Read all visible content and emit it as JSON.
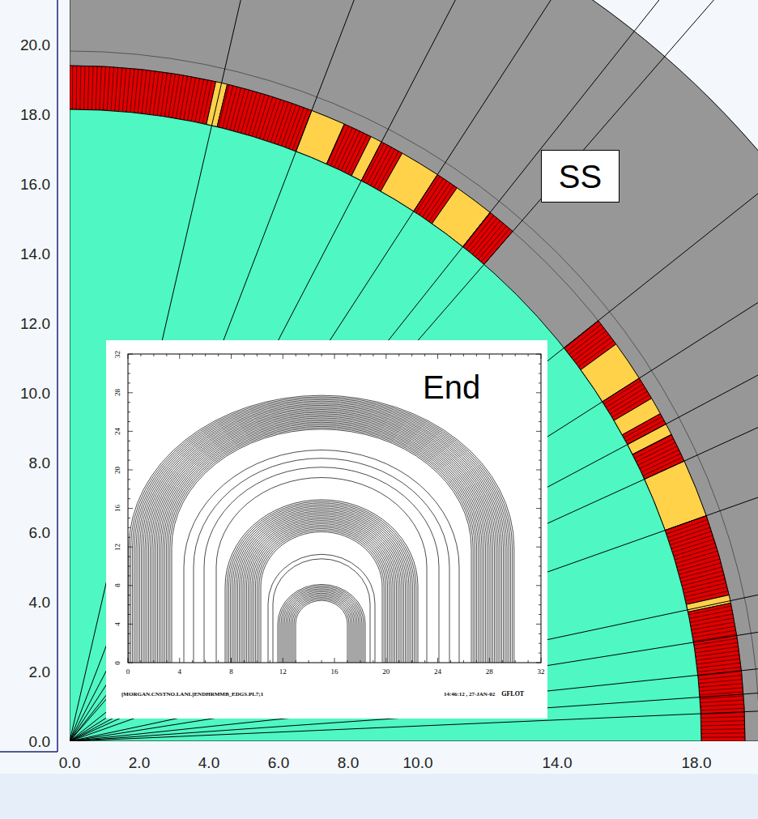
{
  "diagram": {
    "nodes": [
      {
        "text": [
          "SS"
        ]
      },
      {
        "text": [
          "End"
        ]
      }
    ],
    "labels": [
      "20.0",
      "18.0",
      "16.0",
      "14.0",
      "12.0",
      "10.0",
      "8.0",
      "6.0",
      "4.0",
      "2.0",
      "0.0",
      "0.0",
      "2.0",
      "4.0",
      "6.0",
      "8.0",
      "10.0",
      "14.0",
      "18.0",
      "32",
      "28",
      "24",
      "20",
      "16",
      "12",
      "8",
      "4",
      "0",
      "0",
      "4",
      "8",
      "12",
      "16",
      "20",
      "24",
      "28",
      "32",
      "[MORGAN.CNSTNO.LANL]ENDHRMMB_EDGS.PL7;1",
      "14:46:12 , 27-JAN-02",
      "GFLOT"
    ]
  }
}
